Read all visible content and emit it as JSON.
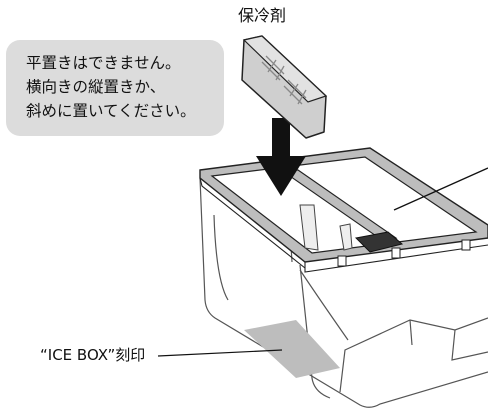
{
  "labels": {
    "ice_pack": "保冷剤",
    "ice_box_mark": "“ICE BOX”刻印"
  },
  "note": {
    "lines": [
      "平置きはできません。",
      "横向きの縦置きか、",
      "斜めに置いてください。"
    ]
  },
  "colors": {
    "note_background": "#dcdcdc",
    "ice_pack_fill": "#cfcfcf",
    "rim_fill": "#bdbdbd",
    "arrow": "#111111",
    "outline": "#222222",
    "container_outline": "#555555"
  }
}
